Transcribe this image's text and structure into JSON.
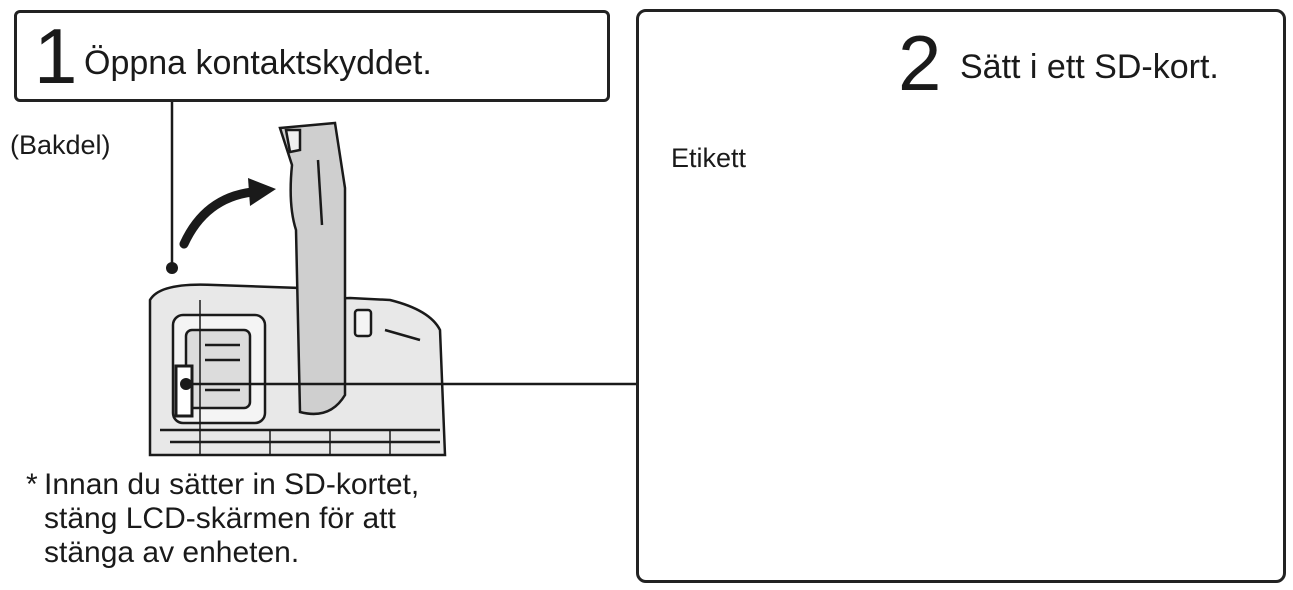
{
  "step1": {
    "number": "1",
    "text": "Öppna kontaktskyddet."
  },
  "step2": {
    "number": "2",
    "text": "Sätt i ett SD-kort."
  },
  "labels": {
    "rear": "(Bakdel)",
    "label": "Etikett"
  },
  "note": {
    "asterisk": "*",
    "line1": "Innan du sätter in SD-kortet,",
    "line2": "stäng LCD-skärmen för att",
    "line3": "stänga av enheten."
  },
  "colors": {
    "line": "#1a1a1a",
    "body_fill": "#e6e6e6",
    "cover_fill": "#cfcfcf",
    "background": "#ffffff"
  }
}
